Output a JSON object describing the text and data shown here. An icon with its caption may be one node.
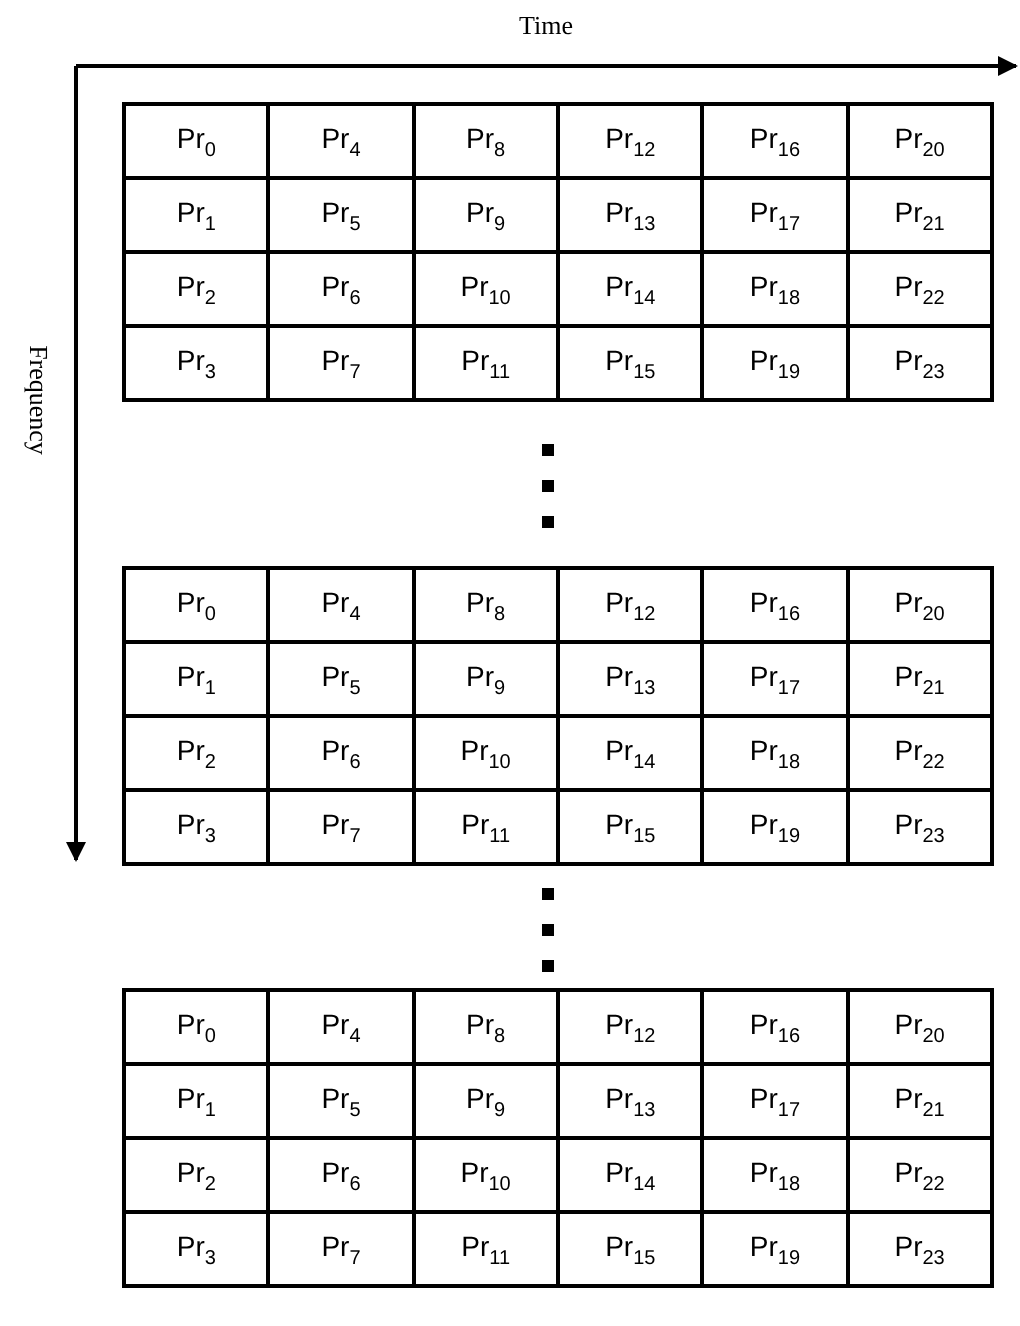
{
  "diagram": {
    "labels": [
      "Time",
      "Frequency",
      "Pr$_{0}$",
      "Pr$_{4}$",
      "Pr$_{8}$",
      "Pr$_{12}$",
      "Pr$_{16}$",
      "Pr$_{20}$",
      "Pr$_{1}$",
      "Pr$_{5}$",
      "Pr$_{9}$",
      "Pr$_{13}$",
      "Pr$_{17}$",
      "Pr$_{21}$",
      "Pr$_{2}$",
      "Pr$_{6}$",
      "Pr$_{10}$",
      "Pr$_{14}$",
      "Pr$_{18}$",
      "Pr$_{22}$",
      "Pr$_{3}$",
      "Pr$_{7}$",
      "Pr$_{11}$",
      "Pr$_{15}$",
      "Pr$_{19}$",
      "Pr$_{23}$",
      "Pr$_{0}$",
      "Pr$_{4}$",
      "Pr$_{8}$",
      "Pr$_{12}$",
      "Pr$_{16}$",
      "Pr$_{20}$",
      "Pr$_{1}$",
      "Pr$_{5}$",
      "Pr$_{9}$",
      "Pr$_{13}$",
      "Pr$_{17}$",
      "Pr$_{21}$",
      "Pr$_{2}$",
      "Pr$_{6}$",
      "Pr$_{10}$",
      "Pr$_{14}$",
      "Pr$_{18}$",
      "Pr$_{22}$",
      "Pr$_{3}$",
      "Pr$_{7}$",
      "Pr$_{11}$",
      "Pr$_{15}$",
      "Pr$_{19}$",
      "Pr$_{23}$",
      "Pr$_{0}$",
      "Pr$_{4}$",
      "Pr$_{8}$",
      "Pr$_{12}$",
      "Pr$_{16}$",
      "Pr$_{20}$",
      "Pr$_{1}$",
      "Pr$_{5}$",
      "Pr$_{9}$",
      "Pr$_{13}$",
      "Pr$_{17}$",
      "Pr$_{21}$",
      "Pr$_{2}$",
      "Pr$_{6}$",
      "Pr$_{10}$",
      "Pr$_{14}$",
      "Pr$_{18}$",
      "Pr$_{22}$",
      "Pr$_{3}$",
      "Pr$_{7}$",
      "Pr$_{11}$",
      "Pr$_{15}$",
      "Pr$_{19}$",
      "Pr$_{23}$"
    ]
  }
}
